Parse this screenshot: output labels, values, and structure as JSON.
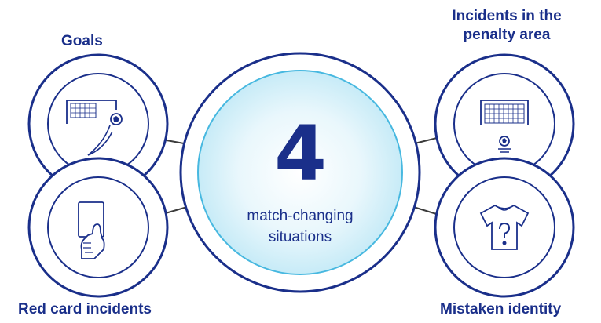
{
  "colors": {
    "primary": "#1a2f8a",
    "accent_light": "#cdeef8",
    "accent_ring": "#47b8e0",
    "connector": "#3c3c3c"
  },
  "center": {
    "number": "4",
    "caption": "match-changing situations"
  },
  "situations": [
    {
      "label": "Goals",
      "icon": "goal-net-ball-icon"
    },
    {
      "label": "Incidents in the penalty area",
      "icon": "goal-penalty-spot-icon"
    },
    {
      "label": "Red card incidents",
      "icon": "red-card-hand-icon"
    },
    {
      "label": "Mistaken identity",
      "icon": "jersey-question-icon"
    }
  ]
}
